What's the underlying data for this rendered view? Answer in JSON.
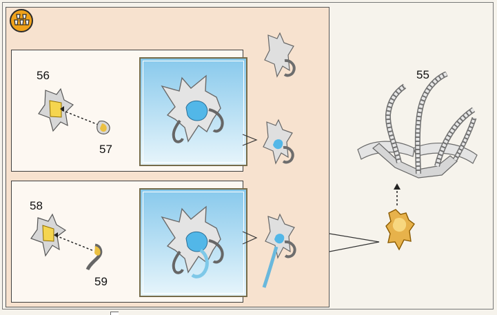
{
  "steps": {
    "main_step": "55",
    "substep_top_a": "56",
    "substep_top_b": "57",
    "substep_bottom_a": "58",
    "substep_bottom_b": "59"
  },
  "colors": {
    "panel": "#f7e2cf",
    "icon_orange": "#f0a21a",
    "frame": "#756b49",
    "render_top": "#88c9ec",
    "render_bottom": "#e7f5fb",
    "highlight_blue": "#52b7e8",
    "highlight_gold": "#e7b24b"
  },
  "icons": {
    "set_icon": "cup-stack-icon"
  }
}
